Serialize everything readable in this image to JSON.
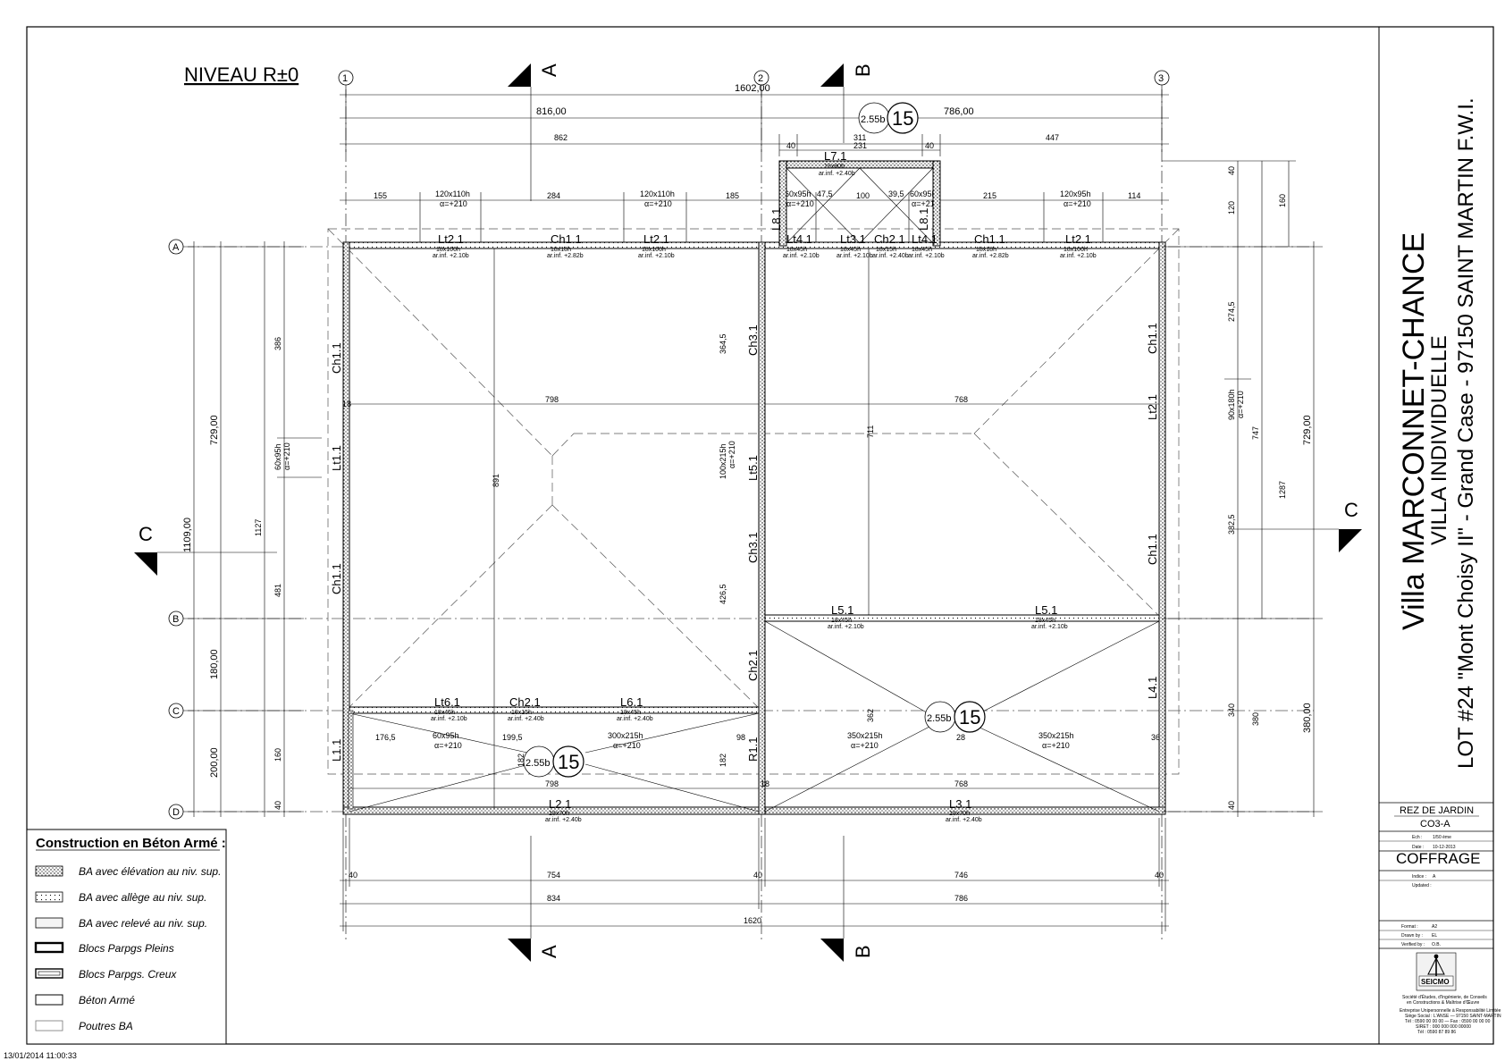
{
  "plan": {
    "level_title": "NIVEAU R±0",
    "grid_cols": [
      "1",
      "2",
      "3"
    ],
    "grid_rows": [
      "A",
      "B",
      "C",
      "D"
    ],
    "section_marks": [
      "A",
      "B",
      "C"
    ],
    "top_dims": {
      "total": "1602,00",
      "left": "816,00",
      "right": "786,00",
      "d862": "862",
      "d311": "311",
      "d231": "231",
      "d40a": "40",
      "d40b": "40",
      "d447": "447"
    },
    "opening_dims": [
      "155",
      "120x110h",
      "α=+210",
      "284",
      "120x110h",
      "α=+210",
      "185",
      "60x95h",
      "α=+210",
      "47,5",
      "100",
      "39,5",
      "60x95h",
      "α=+210",
      "215",
      "120x95h",
      "α=+210",
      "114"
    ],
    "left_dims": {
      "total": "1109,00",
      "d729": "729,00",
      "d180": "180,00",
      "d200": "200,00",
      "d1127": "1127",
      "d386": "386",
      "d481": "481",
      "d160": "160",
      "d40": "40",
      "win": "60x95h",
      "win_a": "α=+210"
    },
    "right_dims": {
      "d729": "729,00",
      "d380": "380,00",
      "d1287": "1287",
      "d747": "747",
      "d160": "160",
      "d120": "120",
      "d40": "40",
      "d274": "274,5",
      "d382": "382,5",
      "d340": "340",
      "d380b": "380",
      "d40b": "40",
      "win": "90x180h",
      "win_a": "α=+210"
    },
    "bottom_dims": {
      "d40a": "40",
      "d754": "754",
      "d40b": "40",
      "d746": "746",
      "d40c": "40",
      "d834": "834",
      "d786": "786",
      "d1620": "1620"
    },
    "interior_dims": {
      "d798": "798",
      "d768": "768",
      "d891": "891",
      "d711": "711",
      "d364": "364,5",
      "d426": "426,5",
      "d362": "362",
      "d18a": "18",
      "d18b": "18",
      "d1765": "176,5",
      "d1995": "199,5",
      "d98": "98",
      "d28": "28",
      "d36": "36",
      "d182a": "182",
      "d182b": "182",
      "d798b": "798",
      "d768b": "768"
    },
    "beam_labels": [
      "Lt2.1",
      "Ch1.1",
      "Lt2.1",
      "Lt4.1",
      "Lt3.1",
      "Ch2.1",
      "Lt4.1",
      "Ch1.1",
      "Lt2.1",
      "L7.1",
      "L8.1",
      "L8.1",
      "Ch1.1",
      "Lt1.1",
      "Ch1.1",
      "Ch3.1",
      "Lt5.1",
      "Ch3.1",
      "Ch2.1",
      "Ch1.1",
      "Lt2.1",
      "Ch1.1",
      "L5.1",
      "L5.1",
      "Lt6.1",
      "Ch2.1",
      "L6.1",
      "L1.1",
      "R1.1",
      "L4.1",
      "L2.1",
      "L3.1"
    ],
    "beam_small": [
      "18x100h",
      "18x18h",
      "18x100h",
      "18x45h",
      "18x45h",
      "18x15h",
      "18x45h",
      "18x18h",
      "18x100h",
      "18x80h",
      "18x45h",
      "18x15h",
      "18x45h",
      "18x70h",
      "18x70h"
    ],
    "beam_levels": [
      "ar.inf. +2.10b",
      "ar.inf. +2.82b",
      "ar.inf. +2.40b"
    ],
    "other_openings": [
      "100x215h",
      "α=+210",
      "60x95h",
      "α=+210",
      "300x215h",
      "α=+210",
      "350x215h",
      "α=+210",
      "350x215h",
      "α=+210"
    ],
    "markers": [
      {
        "level": "2.55b",
        "num": "15"
      },
      {
        "level": "2.55b",
        "num": "15"
      },
      {
        "level": "2.55b",
        "num": "15"
      }
    ]
  },
  "legend": {
    "title": "Construction en Béton Armé :",
    "items": [
      "BA avec élévation au niv. sup.",
      "BA avec allège au niv. sup.",
      "BA avec relevé au niv. sup.",
      "Blocs Parpgs Pleins",
      "Blocs Parpgs. Creux",
      "Béton Armé",
      "Poutres BA"
    ]
  },
  "title_block": {
    "line1": "Villa MARCONNET-CHANCE",
    "line2": "VILLA INDIVIDUELLE",
    "line3": "LOT #24 \"Mont Choisy II\" - Grand Case - 97150 SAINT MARTIN F.W.I.",
    "zone": "REZ DE JARDIN",
    "code": "CO3-A",
    "rows": [
      {
        "k": "Ech :",
        "v": "1/50 ème"
      },
      {
        "k": "Date :",
        "v": "10-12-2013"
      }
    ],
    "sheet_title": "COFFRAGE",
    "index": {
      "k": "Indice :",
      "v": "A"
    },
    "update": {
      "k": "Updated :",
      "v": ""
    },
    "meta": [
      {
        "k": "Format :",
        "v": "A2"
      },
      {
        "k": "Drawn by :",
        "v": "EL"
      },
      {
        "k": "Verified by :",
        "v": "O.B."
      }
    ],
    "logo": "SEICMO",
    "company_lines": [
      "Société d'Études, d'Ingénierie, de Conseils",
      "en Constructions & Maîtrise d'Œuvre",
      "Entreprise Unipersonnelle à Responsabilité Limitée",
      "Siège Social : L'ANSE — 97150 SAINT-MARTIN",
      "Tél : 0590 00 00 00 — Fax : 0590 00 00 00",
      "SIRET : 000 000 000 00000",
      "Tél : 0590 87 89 86"
    ]
  },
  "timestamp": "13/01/2014 11:00:33"
}
